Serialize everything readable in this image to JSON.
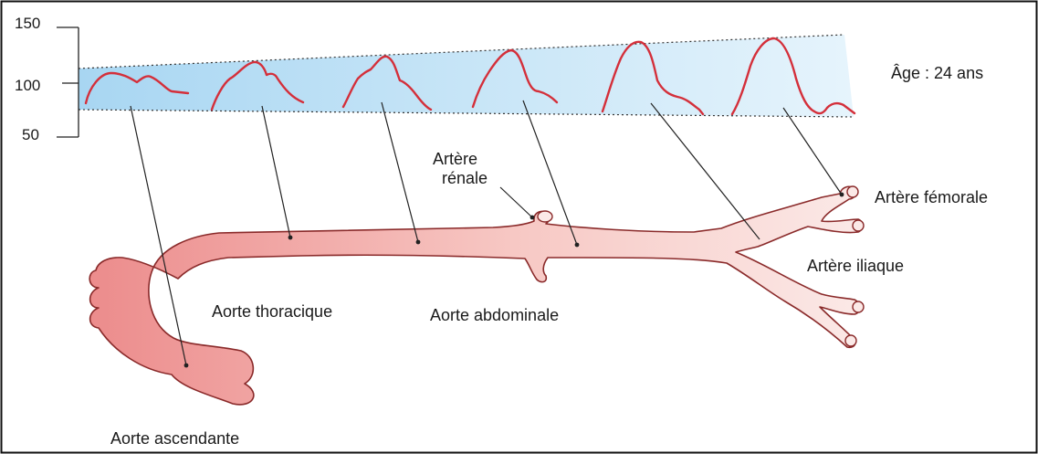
{
  "figure": {
    "scale_ticks": [
      "150",
      "100",
      "50"
    ],
    "age_label": "Âge : 24 ans",
    "labels": {
      "aorte_ascendante": "Aorte ascendante",
      "aorte_thoracique": "Aorte thoracique",
      "aorte_abdominale": "Aorte abdominale",
      "artere_renale_line1": "Artère",
      "artere_renale_line2": "rénale",
      "artere_femorale": "Artère fémorale",
      "artere_iliaque": "Artère iliaque"
    },
    "colors": {
      "waveform": "#d42f3a",
      "band_start": "#a8d6f2",
      "band_end": "#e6f4fc",
      "artery_dark": "#ec8c8c",
      "artery_light": "#fbe9e7",
      "artery_outline": "#8a2a2a",
      "frame": "#111111"
    },
    "waveform_count": 6
  }
}
